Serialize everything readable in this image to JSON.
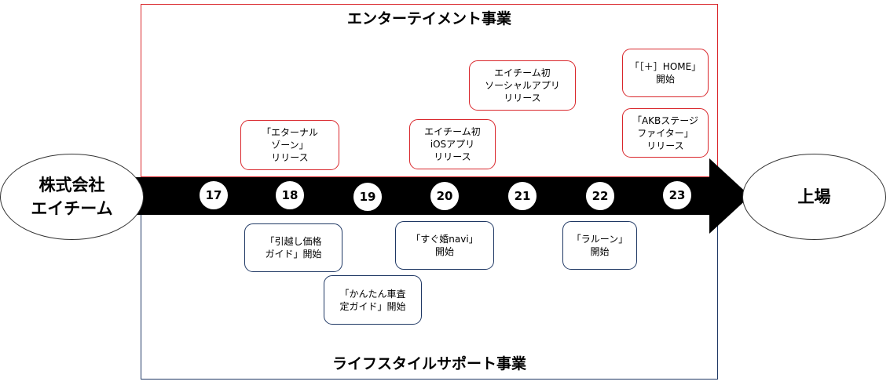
{
  "sections": {
    "entertainment": "エンターテイメント事業",
    "lifestyle": "ライフスタイルサポート事業"
  },
  "start_label": "株式会社\nエイチーム",
  "end_label": "上場",
  "years": [
    "17",
    "18",
    "19",
    "20",
    "21",
    "22",
    "23"
  ],
  "entertainment_events": [
    "「エターナル\nゾーン」\nリリース",
    "エイチーム初\niOSアプリ\nリリース",
    "エイチーム初\nソーシャルアプリ\nリリース",
    "「［＋］HOME」\n開始",
    "「AKBステージ\nファイター」\nリリース"
  ],
  "lifestyle_events": [
    "「引越し価格\nガイド」開始",
    "「かんたん車査\n定ガイド」開始",
    "「すぐ婚navi」\n開始",
    "「ラルーン」\n開始"
  ],
  "colors": {
    "entertainment_border": "#d9262b",
    "lifestyle_border": "#1f3864",
    "arrow": "#000000"
  }
}
